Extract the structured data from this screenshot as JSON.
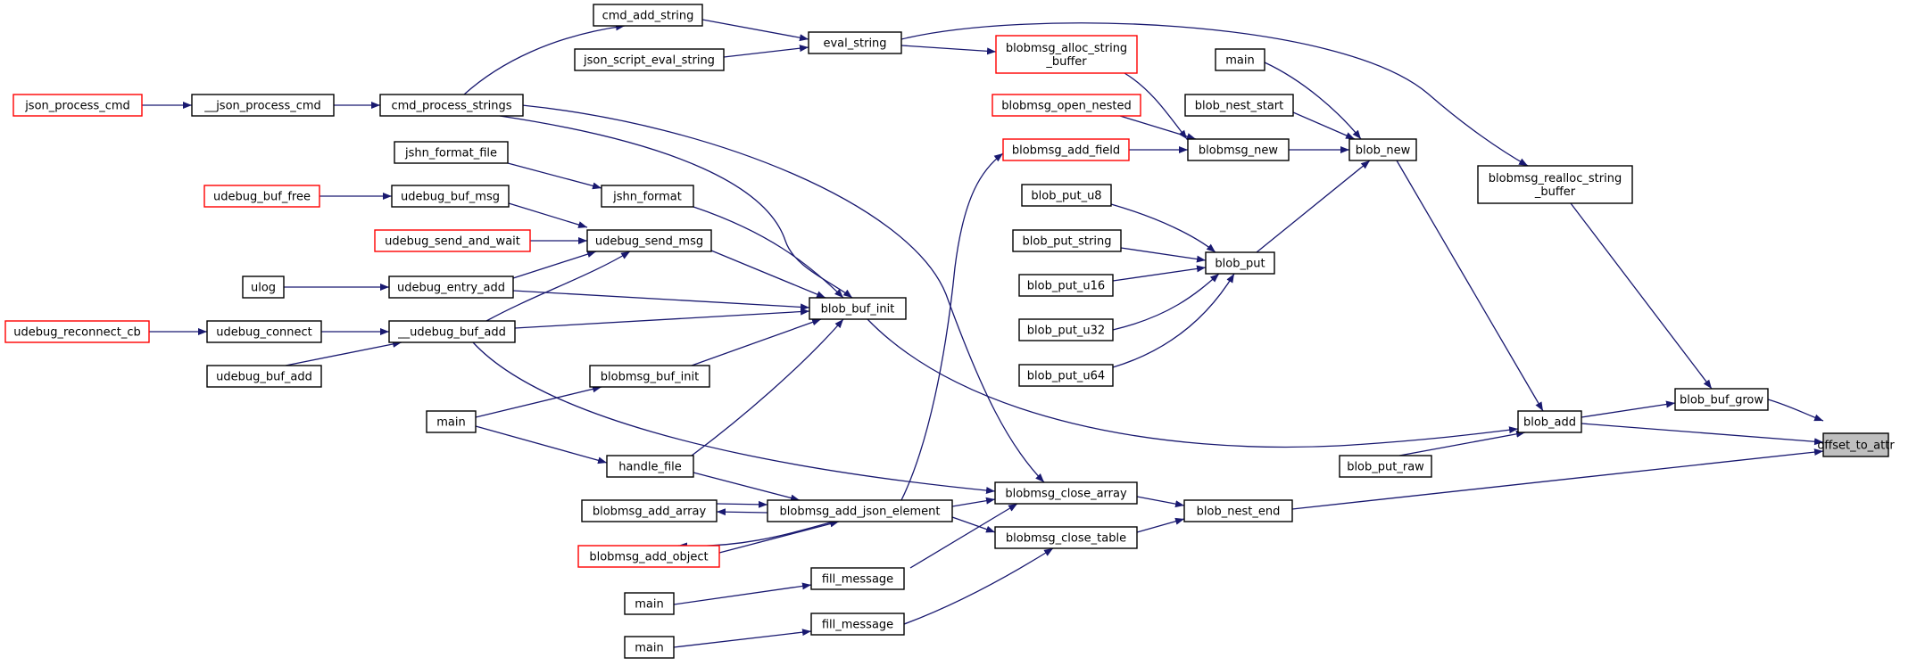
{
  "graph": {
    "focus_node": "offset_to_attr",
    "colors": {
      "edge": "#191970",
      "node_border": "#000000",
      "truncated_node_border": "#ff0000",
      "focus_fill": "#bfbfbf",
      "node_fill": "#ffffff"
    },
    "nodes": [
      {
        "id": "offset_to_attr",
        "label": "offset_to_attr",
        "style": "focus"
      },
      {
        "id": "blob_buf_grow",
        "label": "blob_buf_grow",
        "style": "normal"
      },
      {
        "id": "blob_add",
        "label": "blob_add",
        "style": "normal"
      },
      {
        "id": "blob_nest_end",
        "label": "blob_nest_end",
        "style": "normal"
      },
      {
        "id": "blobmsg_realloc_string_buffer",
        "label": "blobmsg_realloc_string\n_buffer",
        "style": "normal"
      },
      {
        "id": "blob_new",
        "label": "blob_new",
        "style": "normal"
      },
      {
        "id": "blob_put_raw",
        "label": "blob_put_raw",
        "style": "normal"
      },
      {
        "id": "blob_buf_init",
        "label": "blob_buf_init",
        "style": "normal"
      },
      {
        "id": "blobmsg_close_array",
        "label": "blobmsg_close_array",
        "style": "normal"
      },
      {
        "id": "blobmsg_close_table",
        "label": "blobmsg_close_table",
        "style": "normal"
      },
      {
        "id": "eval_string",
        "label": "eval_string",
        "style": "normal"
      },
      {
        "id": "cmd_add_string",
        "label": "cmd_add_string",
        "style": "normal"
      },
      {
        "id": "json_script_eval_string",
        "label": "json_script_eval_string",
        "style": "normal"
      },
      {
        "id": "cmd_process_strings",
        "label": "cmd_process_strings",
        "style": "normal"
      },
      {
        "id": "json_process_cmd_priv",
        "label": "__json_process_cmd",
        "style": "normal"
      },
      {
        "id": "json_process_cmd",
        "label": "json_process_cmd",
        "style": "truncated"
      },
      {
        "id": "blobmsg_alloc_string_buffer",
        "label": "blobmsg_alloc_string\n_buffer",
        "style": "truncated"
      },
      {
        "id": "main_top",
        "label": "main",
        "style": "normal"
      },
      {
        "id": "blob_nest_start",
        "label": "blob_nest_start",
        "style": "normal"
      },
      {
        "id": "blobmsg_open_nested",
        "label": "blobmsg_open_nested",
        "style": "truncated"
      },
      {
        "id": "blobmsg_new",
        "label": "blobmsg_new",
        "style": "normal"
      },
      {
        "id": "blobmsg_add_field",
        "label": "blobmsg_add_field",
        "style": "truncated"
      },
      {
        "id": "blob_put",
        "label": "blob_put",
        "style": "normal"
      },
      {
        "id": "blob_put_u8",
        "label": "blob_put_u8",
        "style": "normal"
      },
      {
        "id": "blob_put_string",
        "label": "blob_put_string",
        "style": "normal"
      },
      {
        "id": "blob_put_u16",
        "label": "blob_put_u16",
        "style": "normal"
      },
      {
        "id": "blob_put_u32",
        "label": "blob_put_u32",
        "style": "normal"
      },
      {
        "id": "blob_put_u64",
        "label": "blob_put_u64",
        "style": "normal"
      },
      {
        "id": "jshn_format_file",
        "label": "jshn_format_file",
        "style": "normal"
      },
      {
        "id": "jshn_format",
        "label": "jshn_format",
        "style": "normal"
      },
      {
        "id": "udebug_buf_free",
        "label": "udebug_buf_free",
        "style": "truncated"
      },
      {
        "id": "udebug_buf_msg",
        "label": "udebug_buf_msg",
        "style": "normal"
      },
      {
        "id": "udebug_send_and_wait",
        "label": "udebug_send_and_wait",
        "style": "truncated"
      },
      {
        "id": "udebug_send_msg",
        "label": "udebug_send_msg",
        "style": "normal"
      },
      {
        "id": "ulog",
        "label": "ulog",
        "style": "normal"
      },
      {
        "id": "udebug_entry_add",
        "label": "udebug_entry_add",
        "style": "normal"
      },
      {
        "id": "udebug_reconnect_cb",
        "label": "udebug_reconnect_cb",
        "style": "truncated"
      },
      {
        "id": "udebug_connect",
        "label": "udebug_connect",
        "style": "normal"
      },
      {
        "id": "udebug_buf_add_priv",
        "label": "__udebug_buf_add",
        "style": "normal"
      },
      {
        "id": "udebug_buf_add",
        "label": "udebug_buf_add",
        "style": "normal"
      },
      {
        "id": "blobmsg_buf_init",
        "label": "blobmsg_buf_init",
        "style": "normal"
      },
      {
        "id": "main_mid",
        "label": "main",
        "style": "normal"
      },
      {
        "id": "handle_file",
        "label": "handle_file",
        "style": "normal"
      },
      {
        "id": "blobmsg_add_json_element",
        "label": "blobmsg_add_json_element",
        "style": "normal"
      },
      {
        "id": "blobmsg_add_array",
        "label": "blobmsg_add_array",
        "style": "normal"
      },
      {
        "id": "blobmsg_add_object",
        "label": "blobmsg_add_object",
        "style": "truncated"
      },
      {
        "id": "fill_message_1",
        "label": "fill_message",
        "style": "normal"
      },
      {
        "id": "fill_message_2",
        "label": "fill_message",
        "style": "normal"
      },
      {
        "id": "main_b1",
        "label": "main",
        "style": "normal"
      },
      {
        "id": "main_b2",
        "label": "main",
        "style": "normal"
      }
    ]
  }
}
